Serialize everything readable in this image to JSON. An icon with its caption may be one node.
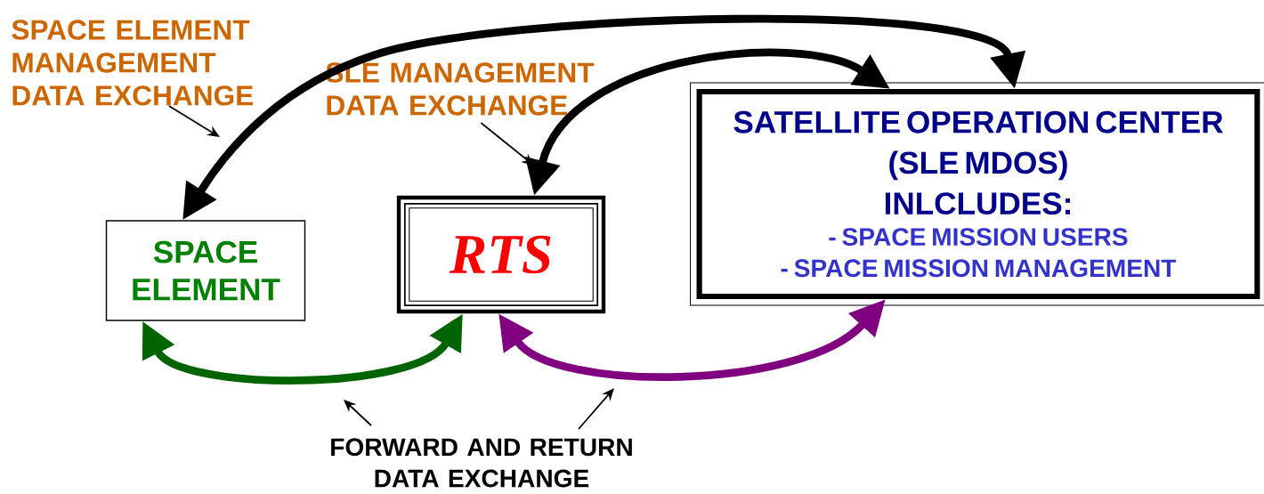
{
  "diagram": {
    "nodes": [
      {
        "text": [
          "SPACE ELEMENT"
        ]
      },
      {
        "text": [
          "RTS"
        ]
      },
      {
        "text": [
          "SATELLITE OPERATION CENTER",
          "(SLE MDOS)",
          "INLCLUDES:",
          "- SPACE MISSION USERS",
          "- SPACE MISSION MANAGEMENT"
        ]
      },
      {
        "text": [
          "SPACE ELEMENT MANAGEMENT DATA EXCHANGE"
        ]
      },
      {
        "text": [
          "SLE MANAGEMENT DATA EXCHANGE"
        ]
      },
      {
        "text": [
          "FORWARD AND RETURN DATA EXCHANGE"
        ]
      }
    ],
    "edges": [
      {
        "from": 0,
        "to": 2,
        "arrow": "both",
        "style": "thick"
      },
      {
        "from": 1,
        "to": 2,
        "arrow": "both",
        "style": "thick"
      },
      {
        "from": 0,
        "to": 1,
        "arrow": "both",
        "style": "thick",
        "color": "#006400"
      },
      {
        "from": 1,
        "to": 2,
        "arrow": "both",
        "style": "thick",
        "color": "#800080"
      },
      {
        "from": 3,
        "to": null,
        "arrow": "to"
      },
      {
        "from": 4,
        "to": null,
        "arrow": "to"
      },
      {
        "from": 5,
        "to": null,
        "arrow": "to"
      },
      {
        "from": 5,
        "to": null,
        "arrow": "to"
      }
    ]
  }
}
